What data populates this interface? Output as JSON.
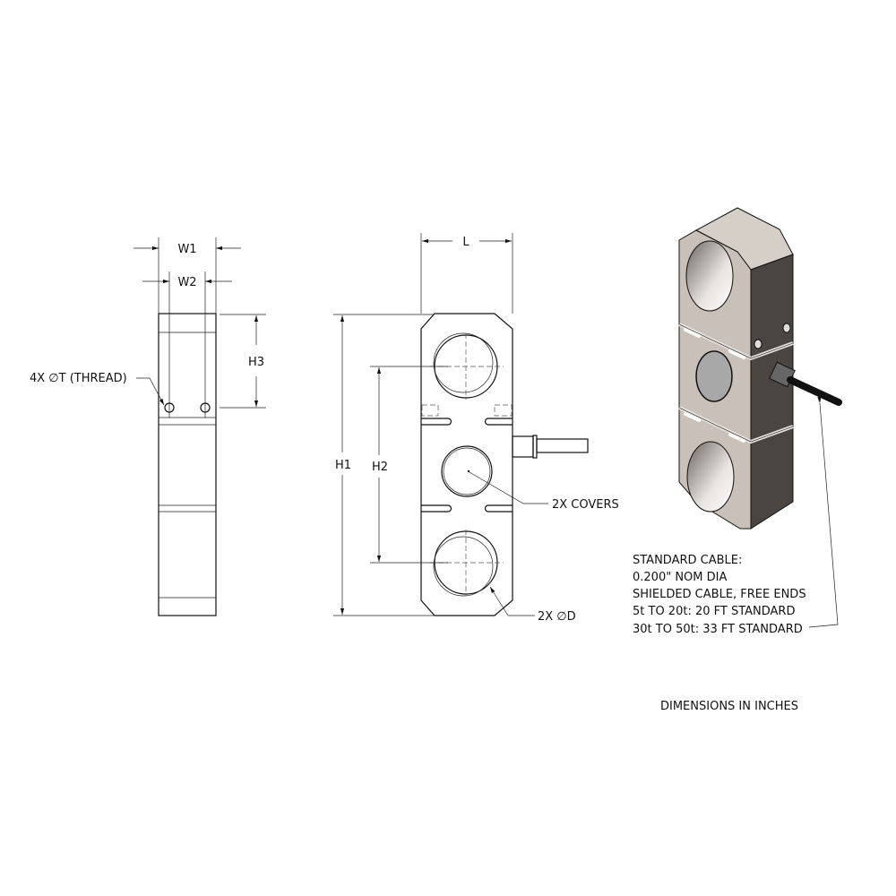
{
  "side_view": {
    "w1_label": "W1",
    "w2_label": "W2",
    "h3_label": "H3",
    "thread_callout": "4X ∅T (THREAD)"
  },
  "front_view": {
    "l_label": "L",
    "h1_label": "H1",
    "h2_label": "H2",
    "covers_callout": "2X COVERS",
    "diameter_callout": "2X ∅D"
  },
  "cable_notes": [
    "STANDARD CABLE:",
    "0.200\" NOM DIA",
    "SHIELDED CABLE, FREE ENDS",
    "5t TO 20t: 20 FT STANDARD",
    "30t TO 50t: 33 FT STANDARD"
  ],
  "units_note": "DIMENSIONS IN INCHES",
  "colors": {
    "body_front": "#c9c1b9",
    "body_top": "#d6cfc8",
    "body_side": "#4a4541",
    "cover": "#a8a8a8"
  }
}
